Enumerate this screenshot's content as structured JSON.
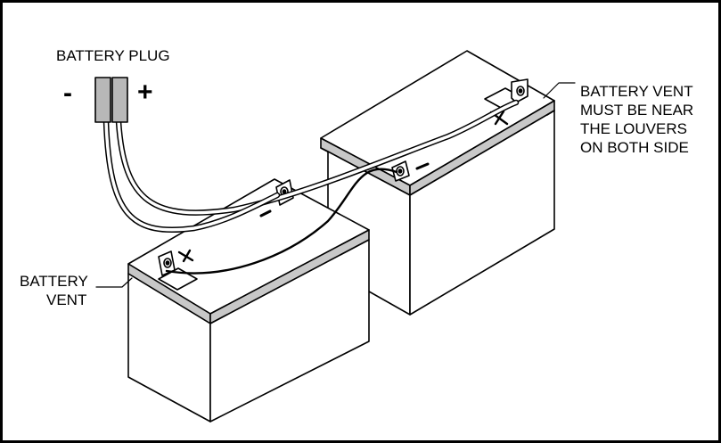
{
  "labels": {
    "battery_plug": "BATTERY PLUG",
    "plug_negative": "-",
    "plug_positive": "+",
    "vent_right_lines": [
      "BATTERY VENT",
      "MUST BE NEAR",
      "THE LOUVERS",
      "ON BOTH SIDE"
    ],
    "vent_left_lines": [
      "BATTERY",
      "VENT"
    ],
    "terminal_negative": "-",
    "terminal_positive": "+"
  },
  "colors": {
    "outline": "#000000",
    "plug_fill": "#b8b8b8",
    "battery_rim": "#c8c8c8",
    "battery_fill": "#ffffff"
  }
}
